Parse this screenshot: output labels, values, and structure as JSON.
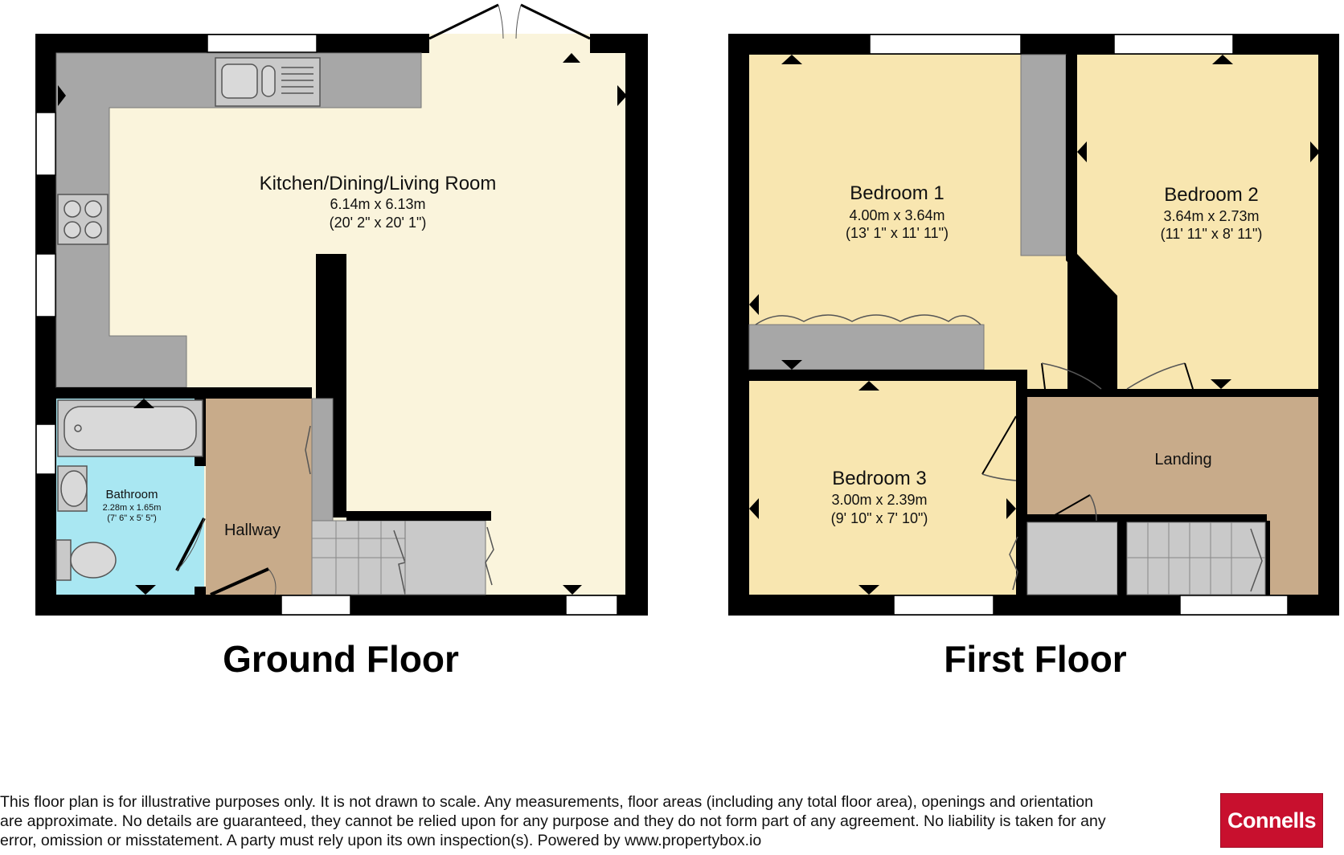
{
  "floors": {
    "ground": {
      "title": "Ground Floor",
      "rooms": {
        "kitchen": {
          "name": "Kitchen/Dining/Living Room",
          "metric": "6.14m x 6.13m",
          "imperial": "(20' 2\" x 20' 1\")"
        },
        "bathroom": {
          "name": "Bathroom",
          "metric": "2.28m x 1.65m",
          "imperial": "(7' 6\" x 5' 5\")"
        },
        "hallway": {
          "name": "Hallway"
        }
      }
    },
    "first": {
      "title": "First Floor",
      "rooms": {
        "bedroom1": {
          "name": "Bedroom 1",
          "metric": "4.00m x 3.64m",
          "imperial": "(13' 1\" x 11' 11\")"
        },
        "bedroom2": {
          "name": "Bedroom 2",
          "metric": "3.64m x 2.73m",
          "imperial": "(11' 11\" x 8' 11\")"
        },
        "bedroom3": {
          "name": "Bedroom 3",
          "metric": "3.00m x 2.39m",
          "imperial": "(9' 10\" x 7' 10\")"
        },
        "landing": {
          "name": "Landing"
        }
      }
    }
  },
  "disclaimer": "This floor plan is for illustrative purposes only. It is not drawn to scale. Any measurements, floor areas (including any total floor area), openings and orientation are approximate. No details are guaranteed, they cannot be relied upon for any purpose and they do not form part of any agreement. No liability is taken for any error, omission or misstatement. A party must rely upon its own inspection(s). Powered by www.propertybox.io",
  "brand": {
    "logo_text": "Connells",
    "color": "#c8102e"
  },
  "colors": {
    "wall": "#000000",
    "living": "#faf4dc",
    "bedroom": "#f8e6b0",
    "bathroom": "#a9e7f2",
    "hall": "#c8ab8a",
    "fitted": "#a7a7a7",
    "cupboard": "#c9c9c9"
  }
}
